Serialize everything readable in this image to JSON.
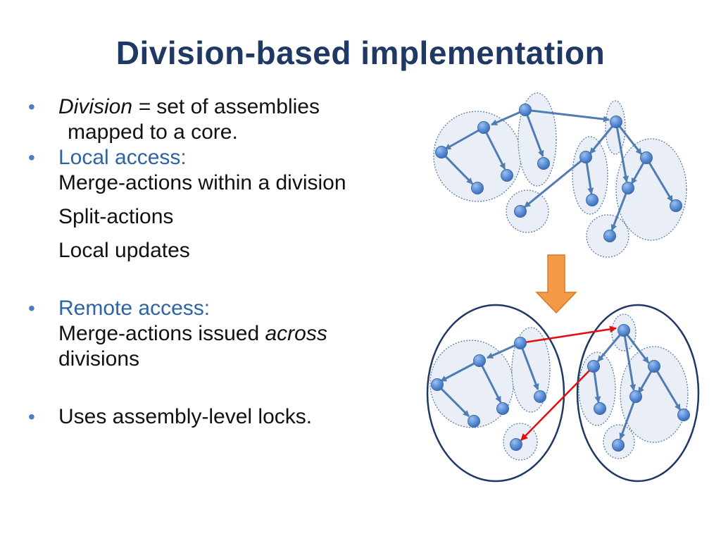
{
  "title": "Division-based implementation",
  "bullets": {
    "b1": {
      "italic": "Division =",
      "rest": " set of assemblies",
      "line2": "mapped to a core."
    },
    "b2": {
      "heading": "Local access:",
      "items": [
        "Merge-actions within a division",
        "Split-actions",
        "Local updates"
      ]
    },
    "b3": {
      "heading": "Remote access:",
      "line1_pre": "Merge-actions issued ",
      "line1_em": "across",
      "line2": "divisions"
    },
    "b4": {
      "text": "Uses assembly-level locks."
    }
  },
  "colors": {
    "title": "#1f3864",
    "bullet_dot": "#4a7dc0",
    "accent_text": "#2e63a5",
    "node": "#5b8fd6",
    "edge": "#4f7cb3",
    "remote_edge": "#e01010",
    "arrow": "#f39a46",
    "division_border": "#1f3864"
  }
}
